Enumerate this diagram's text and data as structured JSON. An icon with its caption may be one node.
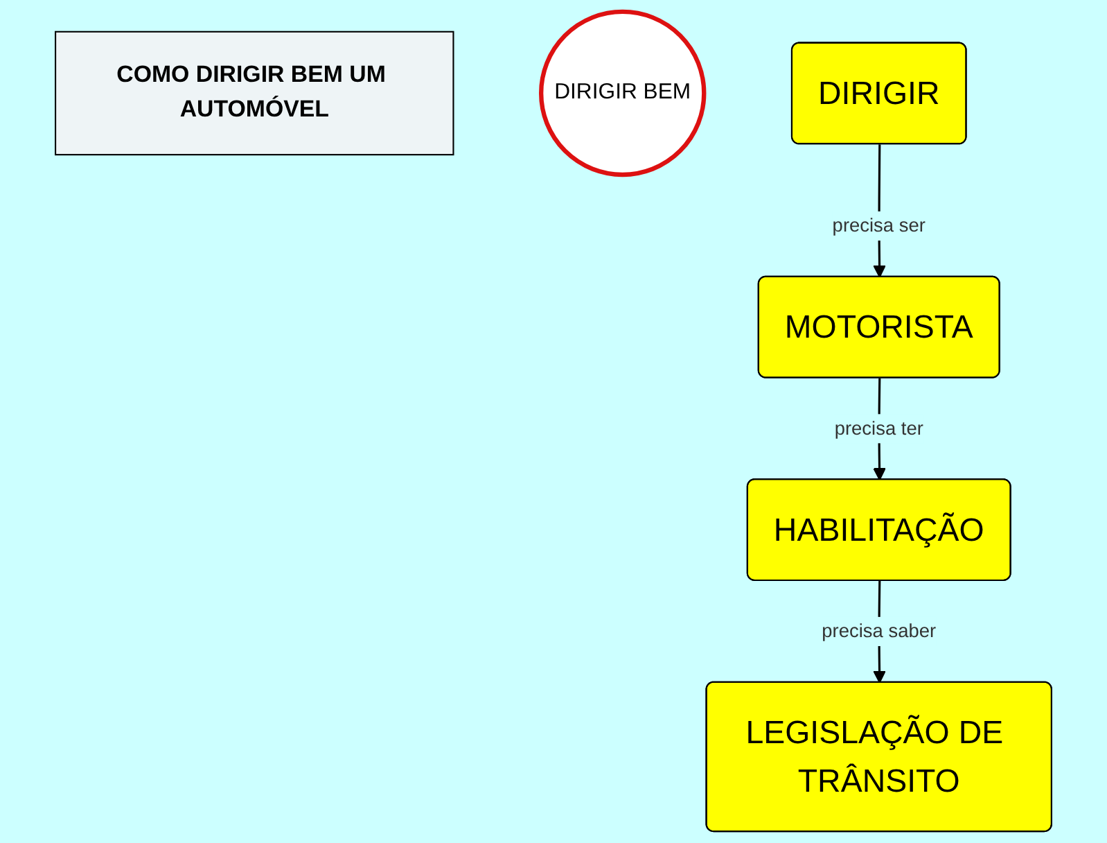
{
  "diagram": {
    "nodes": [
      {
        "text": [
          "COMO DIRIGIR BEM UM AUTOMÓVEL"
        ]
      },
      {
        "text": [
          "DIRIGIR BEM"
        ]
      },
      {
        "text": [
          "DIRIGIR"
        ]
      },
      {
        "text": [
          "MOTORISTA"
        ]
      },
      {
        "text": [
          "HABILITAÇÃO"
        ]
      },
      {
        "text": [
          "LEGISLAÇÃO DE TRÂNSITO"
        ]
      }
    ],
    "edges": [
      {
        "from": 2,
        "to": 3,
        "label": "precisa ser",
        "arrow": "to"
      },
      {
        "from": 3,
        "to": 4,
        "label": "precisa ter",
        "arrow": "to"
      },
      {
        "from": 4,
        "to": 5,
        "label": "precisa saber",
        "arrow": "to"
      }
    ]
  }
}
